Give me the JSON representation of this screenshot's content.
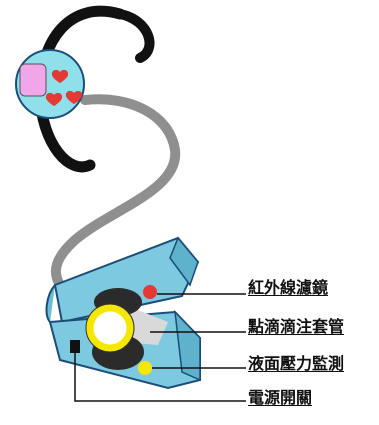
{
  "labels": {
    "infrared_filter": "紅外線濾鏡",
    "drip_sleeve": "點滴滴注套管",
    "liquid_pressure": "液面壓力監測",
    "power_switch": "電源開關"
  },
  "colors": {
    "band": "#111111",
    "face": "#8fe0ea",
    "face_screen": "#f0a6e8",
    "hearts": "#e53935",
    "tube": "#8f8f8f",
    "clip_body": "#7cc9e0",
    "clip_outline": "#1b4d7a",
    "lens_ring": "#f5e800",
    "sensor_dot": "#f5e800",
    "red_dot": "#e53935",
    "beam": "#d9d9d9"
  },
  "icons": {
    "face": "kawaii-heart-eyes-face-icon",
    "switch": "power-switch-icon"
  }
}
